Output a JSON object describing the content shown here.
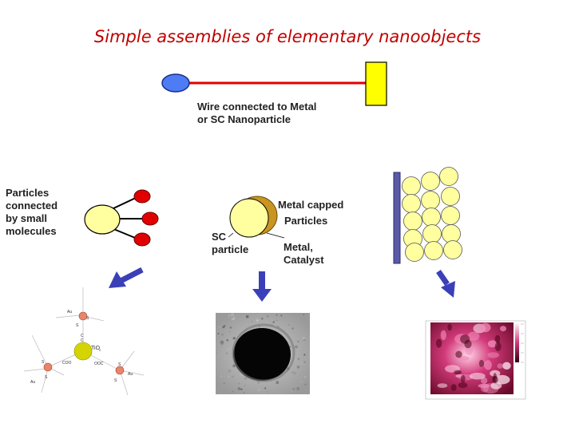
{
  "title": "Simple assemblies of elementary nanoobjects",
  "labels": {
    "wire": "Wire connected to Metal\nor SC Nanoparticle",
    "particles_connected": "Particles\nconnected\nby small\nmolecules",
    "metal_capped": "Metal capped",
    "particles": "Particles",
    "sc_particle": "SC\nparticle",
    "metal_catalyst": "Metal,\nCatalyst"
  },
  "molecule_diagram": {
    "core": "TiO",
    "core_subscript": "2",
    "metal": "Au",
    "sulfur": "S",
    "linker": "COO",
    "linker_alt": "OOC",
    "linker_c": "C"
  },
  "colors": {
    "title": "#c00000",
    "wire": "#e00000",
    "blue_sphere": "#4d7cf5",
    "metal_block": "#ffff00",
    "yellow_particle": "#ffffa0",
    "red_particle": "#e00000",
    "metal_shell": "#c89520",
    "substrate": "#5a5aa8",
    "arrow": "#3b3fb8"
  }
}
